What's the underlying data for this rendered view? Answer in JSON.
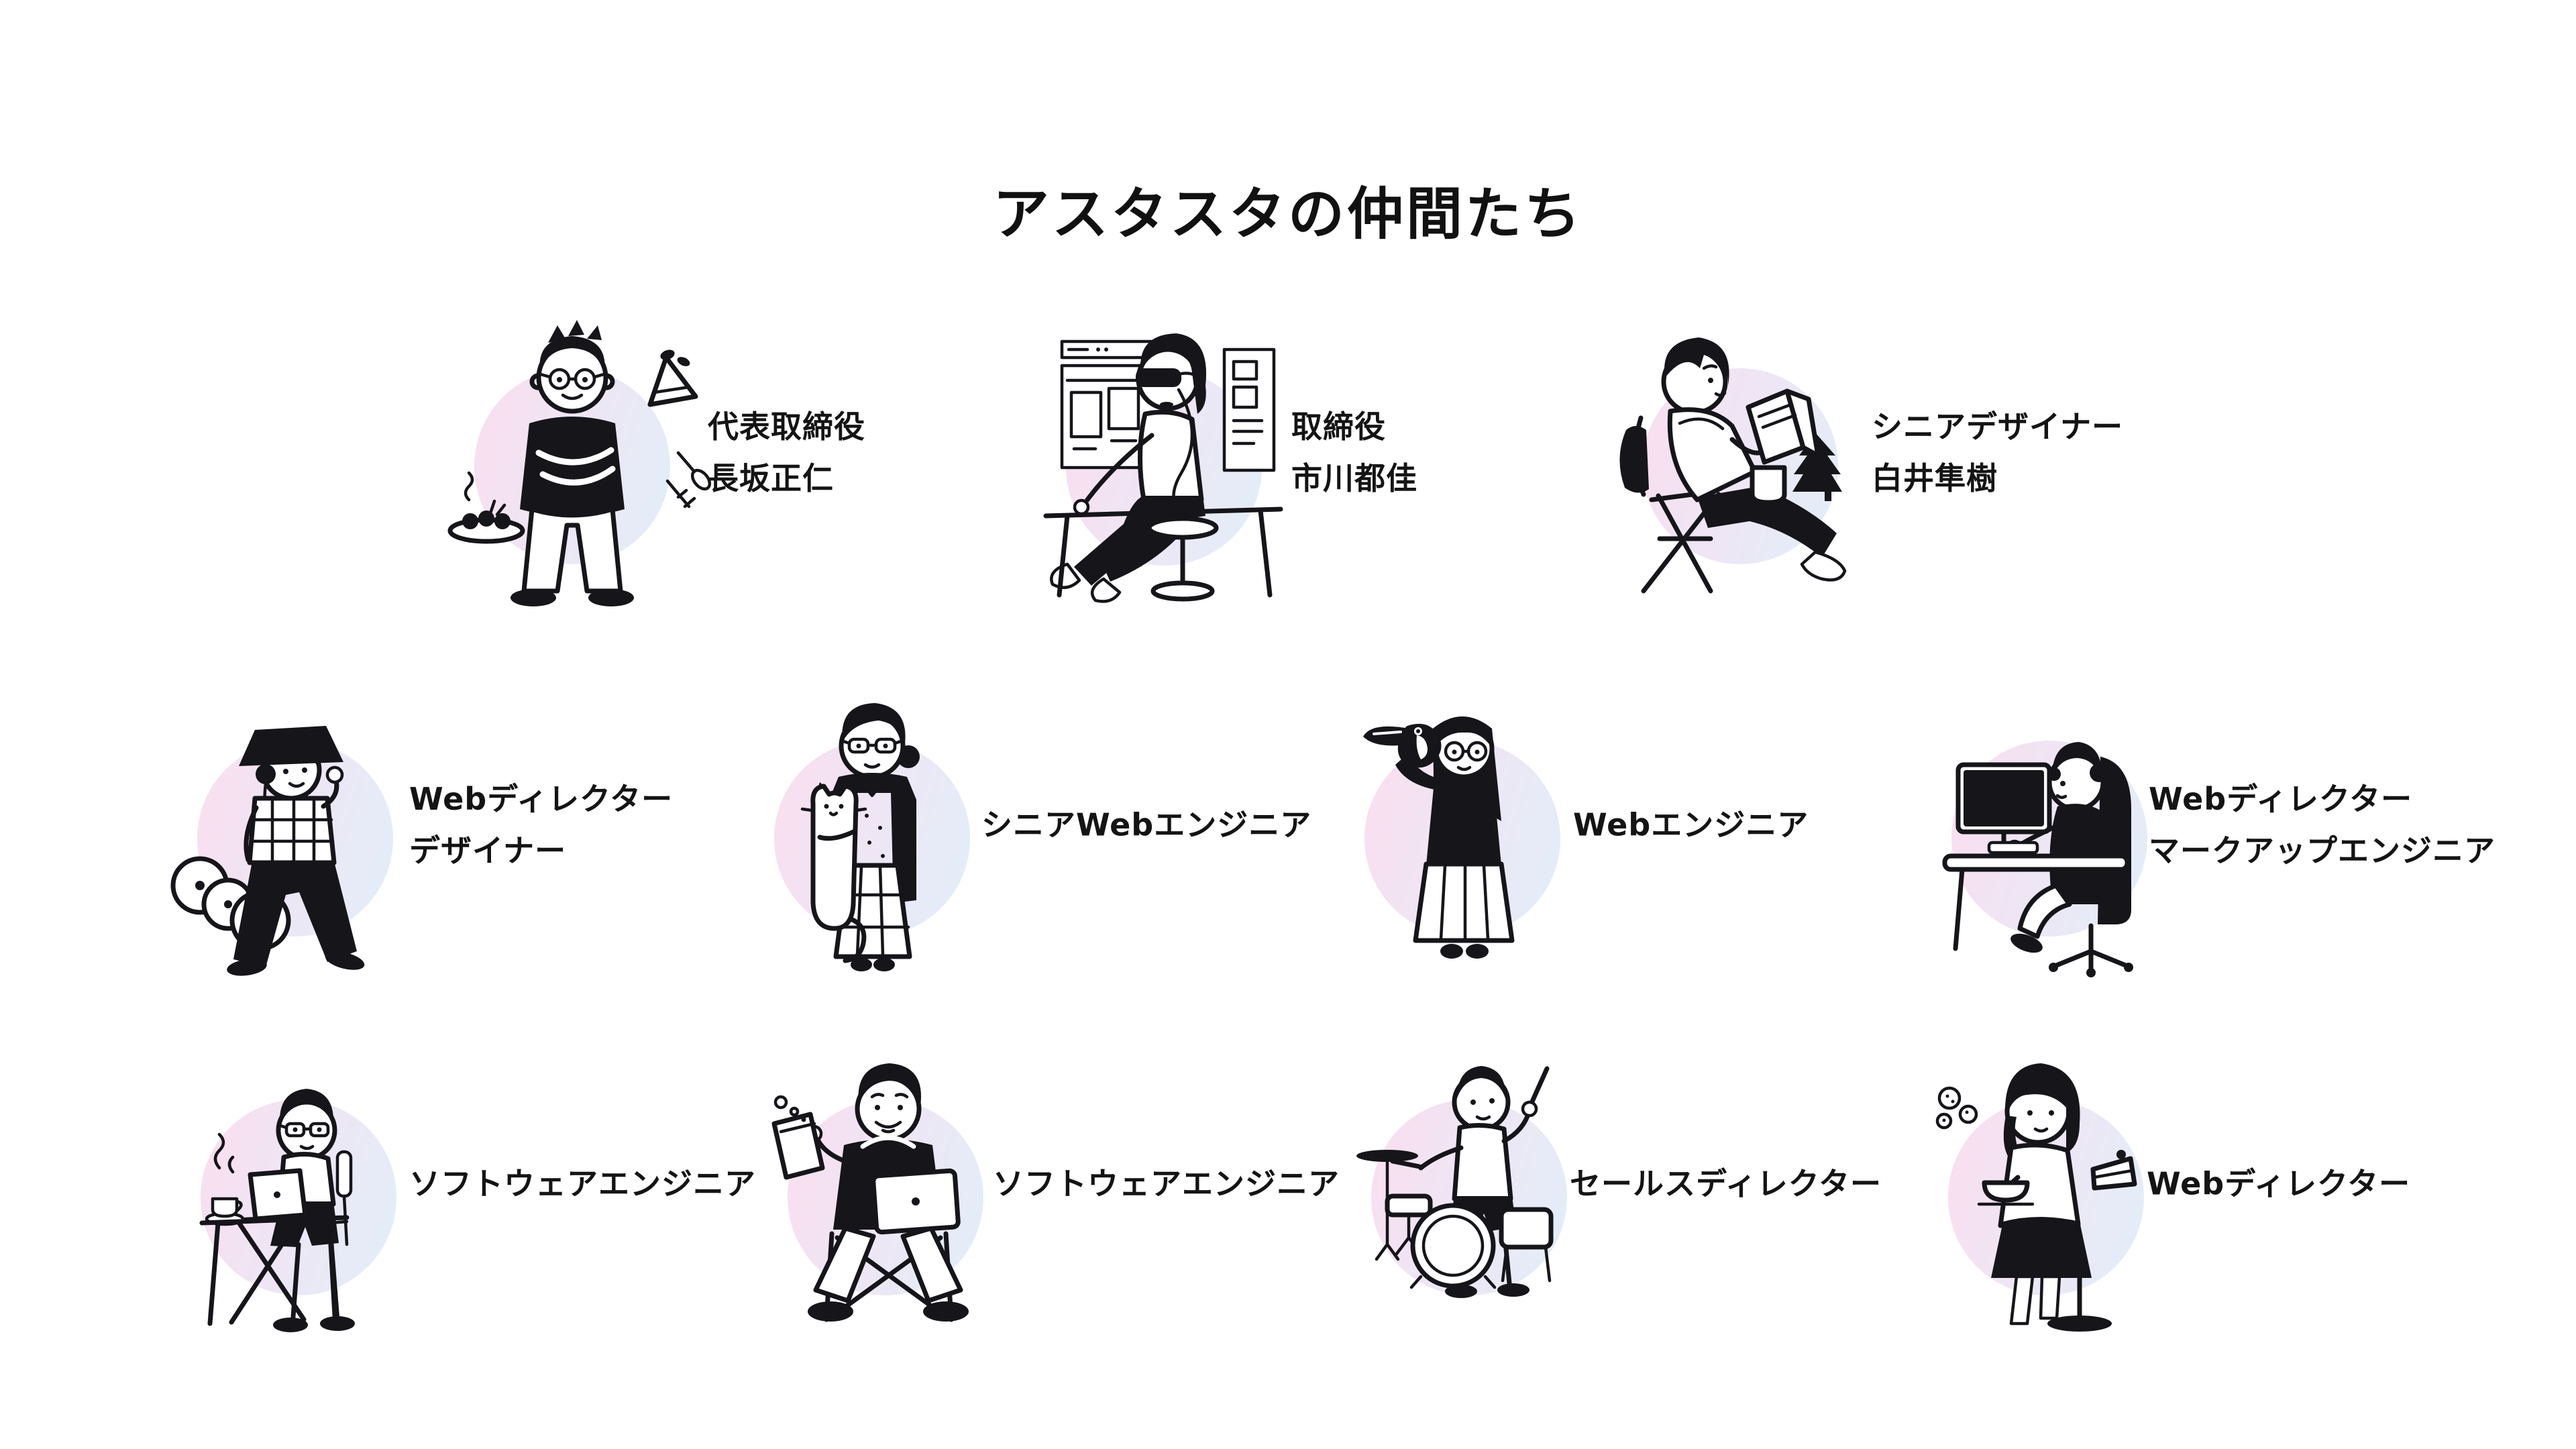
{
  "page": {
    "title": "アスタスタの仲間たち",
    "background_color": "#ffffff",
    "text_color": "#141414"
  },
  "palette": {
    "line_color": "#15151a",
    "circle_gradient_left": "#f8dff0",
    "circle_gradient_mid": "#eee6f5",
    "circle_gradient_right": "#e3edf8"
  },
  "members": [
    {
      "illustration": "man-glasses-crossed-arms-takoyaki-crepe",
      "titles": [
        "代表取締役"
      ],
      "name": "長坂正仁"
    },
    {
      "illustration": "person-vr-headset-desk-wireframes",
      "titles": [
        "取締役"
      ],
      "name": "市川都佳"
    },
    {
      "illustration": "person-reading-camp-chair-mug-pine",
      "titles": [
        "シニアデザイナー"
      ],
      "name": "白井隼樹"
    },
    {
      "illustration": "person-bucket-hat-headphones-records",
      "titles": [
        "Webディレクター",
        "デザイナー"
      ]
    },
    {
      "illustration": "woman-glasses-holding-long-cat",
      "titles": [
        "シニアWebエンジニア"
      ]
    },
    {
      "illustration": "woman-glasses-toucan-bird",
      "titles": [
        "Webエンジニア"
      ]
    },
    {
      "illustration": "person-headphones-monitor-office-chair",
      "titles": [
        "Webディレクター",
        "マークアップエンジニア"
      ]
    },
    {
      "illustration": "man-glasses-desk-laptop-coffee",
      "titles": [
        "ソフトウェアエンジニア"
      ]
    },
    {
      "illustration": "man-hoodie-laptop-beer-jug",
      "titles": [
        "ソフトウェアエンジニア"
      ]
    },
    {
      "illustration": "man-playing-drum-kit",
      "titles": [
        "セールスディレクター"
      ]
    },
    {
      "illustration": "woman-teacup-cake-stool",
      "titles": [
        "Webディレクター"
      ]
    }
  ]
}
